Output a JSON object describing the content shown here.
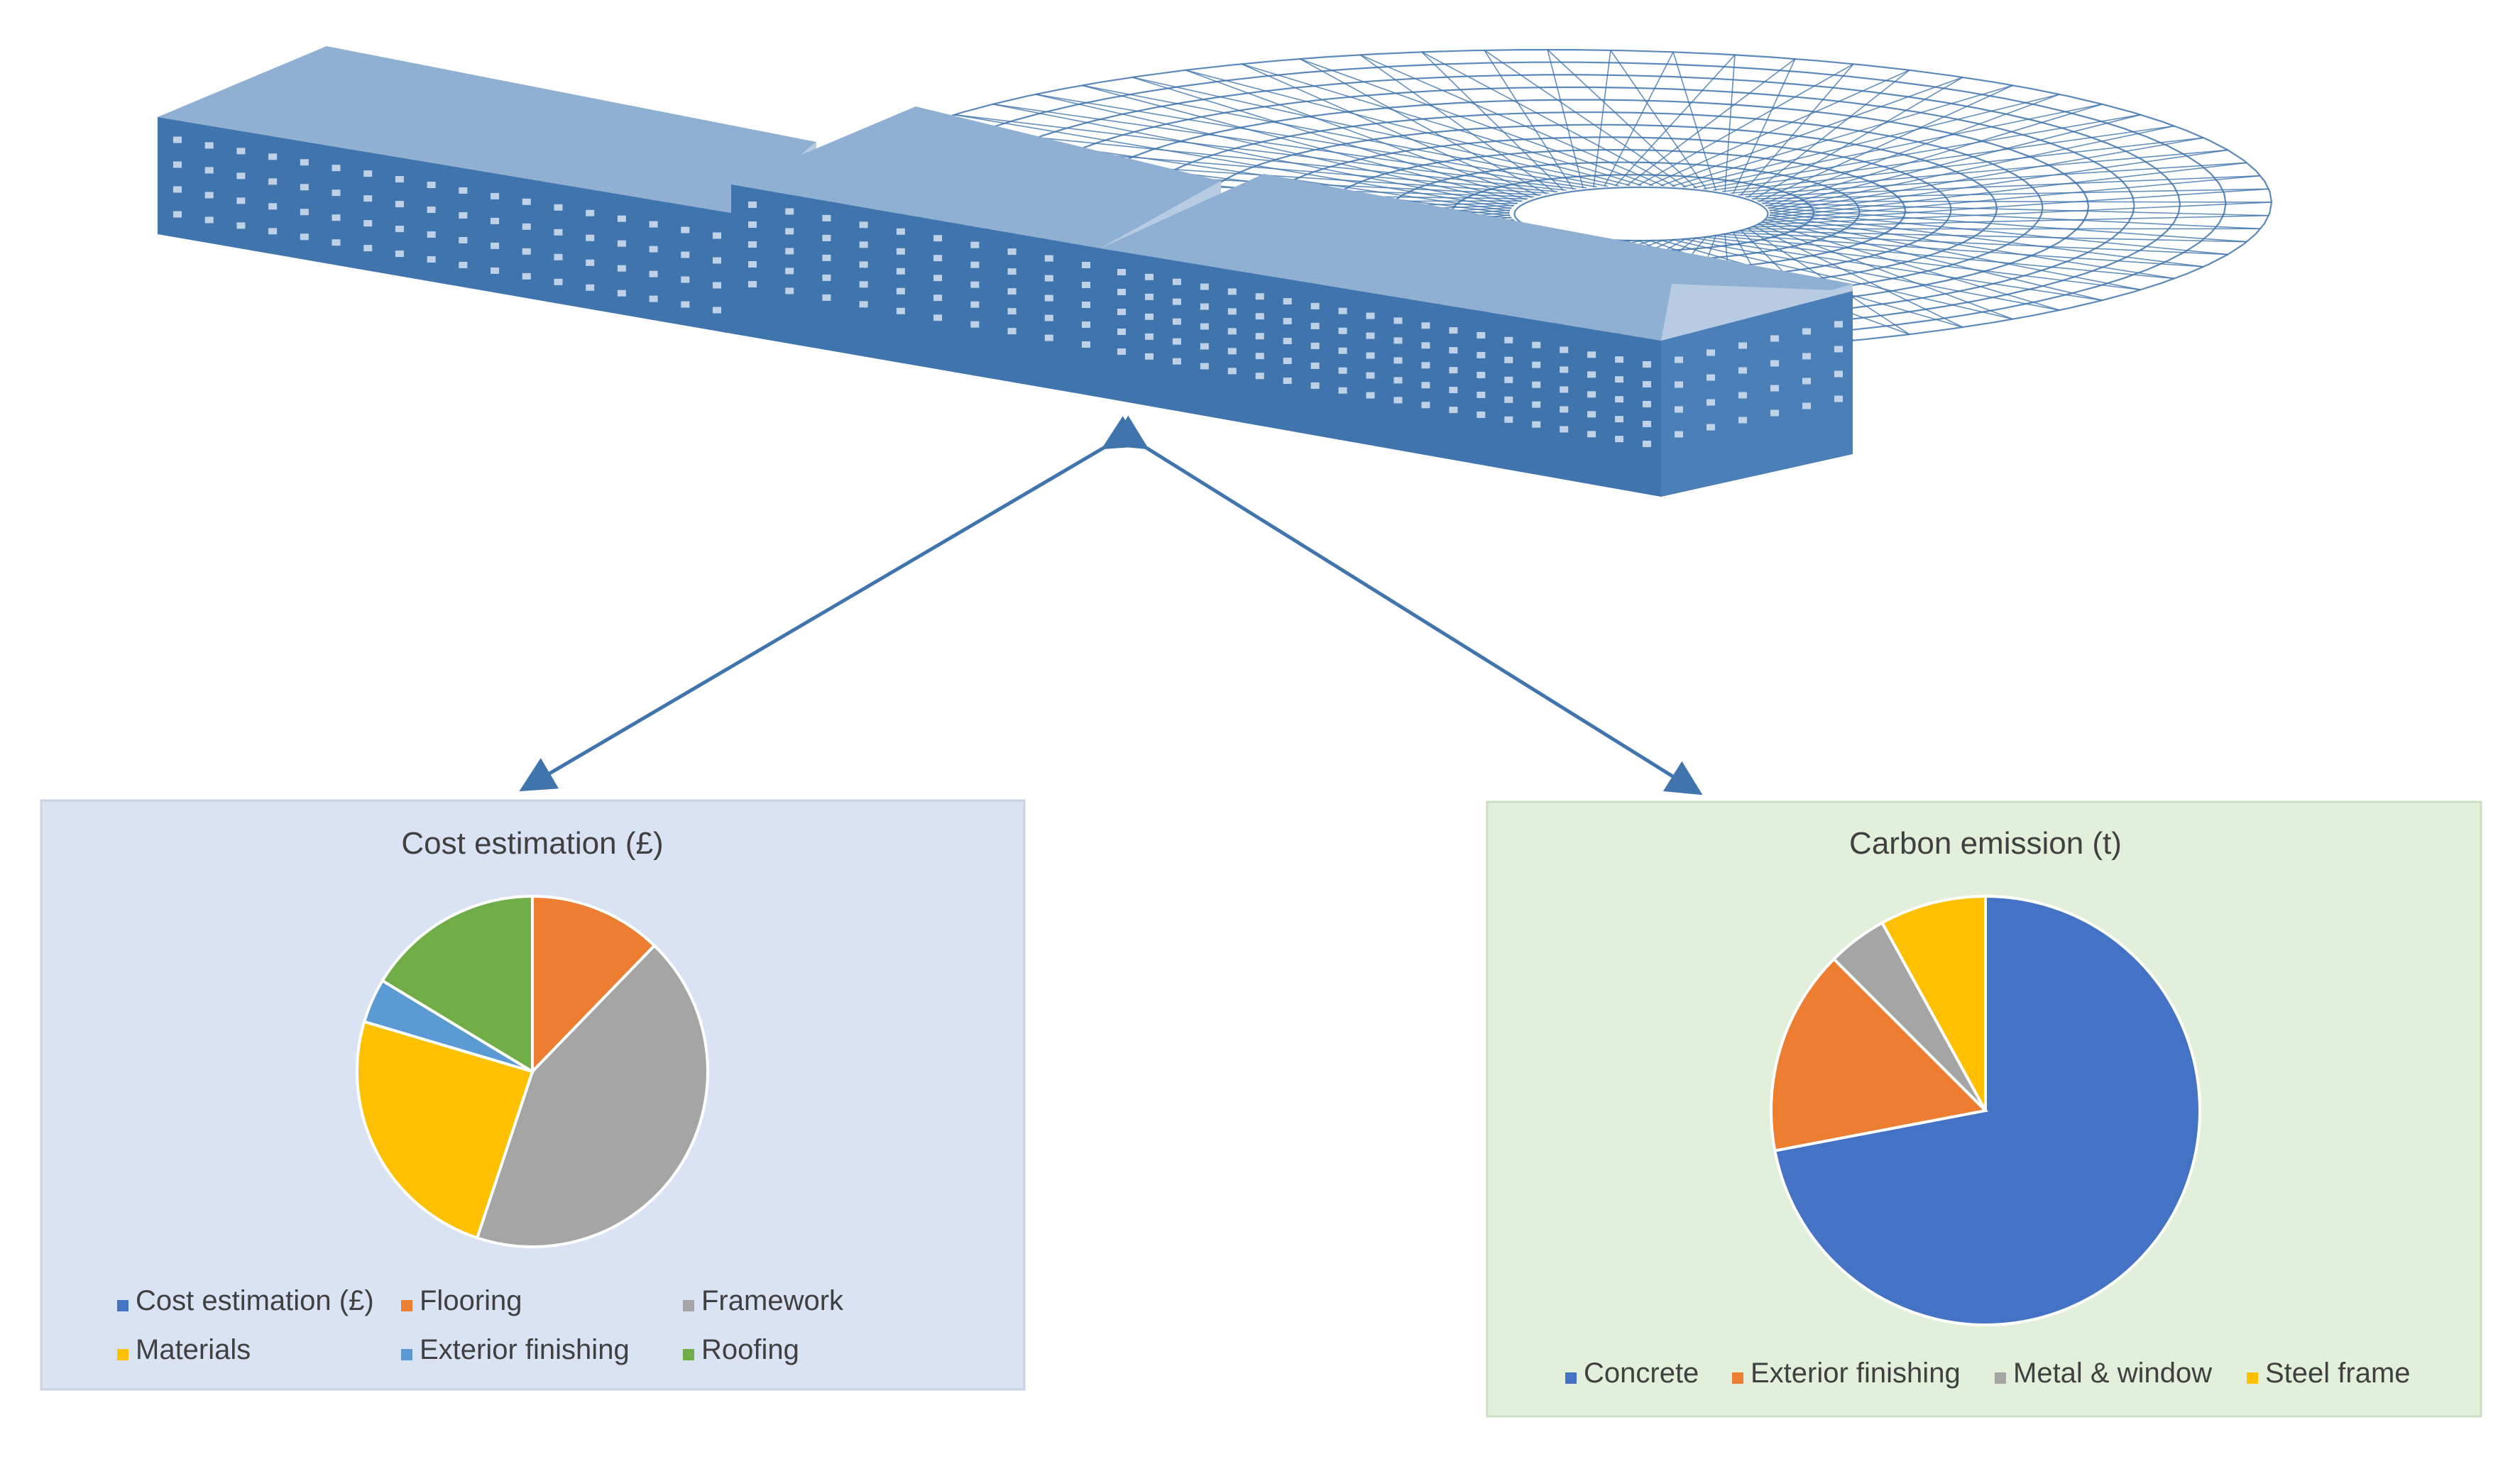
{
  "colors": {
    "building": "#3f74ad",
    "roof": "#8fb0d2",
    "roof_light": "#b7cbe2",
    "wireframe": "#3f74ad",
    "arrow": "#3f74ad",
    "cost_panel_bg": "#dae3f3",
    "cost_panel_border": "#c9d3e3",
    "carbon_panel_bg": "#e2efda",
    "carbon_panel_border": "#cdddc4"
  },
  "building": {
    "icon": "building-3d-model-icon"
  },
  "chart_data": [
    {
      "type": "pie",
      "title": "Cost estimation (£)",
      "legend_position": "bottom",
      "legend_rows": [
        [
          "Cost estimation (£)",
          "Flooring",
          "Framework"
        ],
        [
          "Materials",
          "Exterior finishing",
          "Roofing"
        ]
      ],
      "legend": [
        {
          "name": "Cost estimation (£)",
          "color": "#4472c4"
        },
        {
          "name": "Flooring",
          "color": "#ed7d31"
        },
        {
          "name": "Framework",
          "color": "#a5a5a5"
        },
        {
          "name": "Materials",
          "color": "#ffc000"
        },
        {
          "name": "Exterior finishing",
          "color": "#5b9bd5"
        },
        {
          "name": "Roofing",
          "color": "#70ad47"
        }
      ],
      "slices": [
        {
          "name": "Flooring",
          "value": 12,
          "color": "#ed7d31"
        },
        {
          "name": "Framework",
          "value": 42,
          "color": "#a5a5a5"
        },
        {
          "name": "Materials",
          "value": 24,
          "color": "#ffc000"
        },
        {
          "name": "Exterior finishing",
          "value": 4,
          "color": "#5b9bd5"
        },
        {
          "name": "Roofing",
          "value": 16,
          "color": "#70ad47"
        }
      ]
    },
    {
      "type": "pie",
      "title": "Carbon emission (t)",
      "legend_position": "bottom",
      "legend_rows": [
        [
          "Concrete",
          "Exterior finishing",
          "Metal & window",
          "Steel frame"
        ]
      ],
      "legend": [
        {
          "name": "Concrete",
          "color": "#4472c4"
        },
        {
          "name": "Exterior finishing",
          "color": "#ed7d31"
        },
        {
          "name": "Metal & window",
          "color": "#a5a5a5"
        },
        {
          "name": "Steel frame",
          "color": "#ffc000"
        }
      ],
      "slices": [
        {
          "name": "Concrete",
          "value": 72,
          "color": "#4472c4"
        },
        {
          "name": "Exterior finishing",
          "value": 15.5,
          "color": "#ed7d31"
        },
        {
          "name": "Metal & window",
          "value": 4.5,
          "color": "#a5a5a5"
        },
        {
          "name": "Steel frame",
          "value": 8,
          "color": "#ffc000"
        }
      ]
    }
  ]
}
